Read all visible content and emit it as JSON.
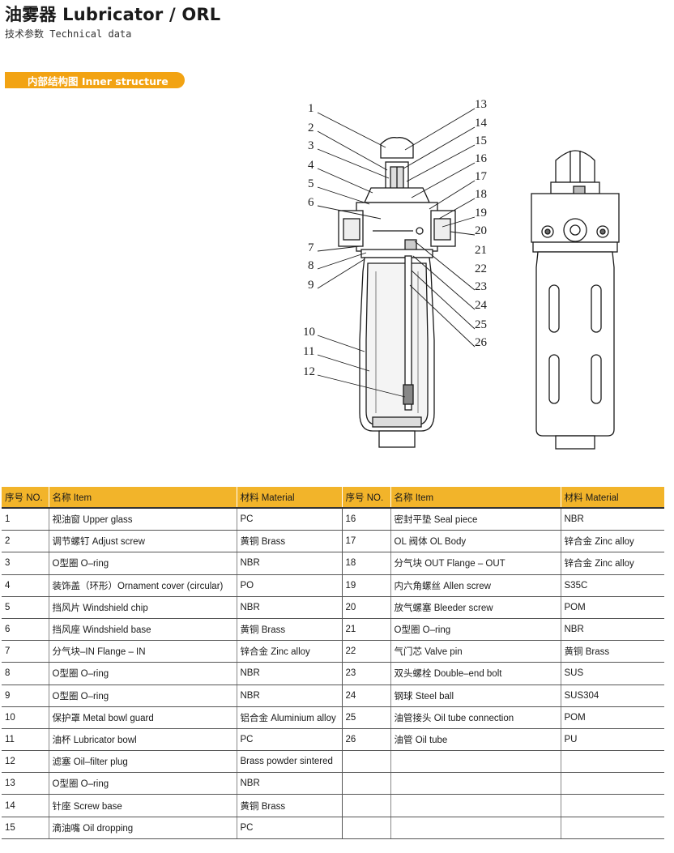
{
  "header": {
    "title": "油雾器 Lubricator  / ORL",
    "subtitle": "技术参数 Technical data"
  },
  "section": {
    "tag": "内部结构图 Inner structure"
  },
  "colors": {
    "accent": "#f2a313",
    "table_header": "#f2b42a"
  },
  "callouts_left": [
    "1",
    "2",
    "3",
    "4",
    "5",
    "6",
    "7",
    "8",
    "9",
    "10",
    "11",
    "12"
  ],
  "callouts_right": [
    "13",
    "14",
    "15",
    "16",
    "17",
    "18",
    "19",
    "20",
    "21",
    "22",
    "23",
    "24",
    "25",
    "26"
  ],
  "table": {
    "headers": [
      "序号 NO.",
      "名称 Item",
      "材料 Material",
      "序号 NO.",
      "名称 Item",
      "材料 Material"
    ],
    "rows": [
      [
        "1",
        "视油窗 Upper glass",
        "PC",
        "16",
        "密封平垫 Seal piece",
        "NBR"
      ],
      [
        "2",
        "调节螺钉 Adjust screw",
        "黄铜 Brass",
        "17",
        "OL 阀体 OL Body",
        "锌合金 Zinc alloy"
      ],
      [
        "3",
        "O型圈 O–ring",
        "NBR",
        "18",
        "分气块 OUT   Flange – OUT",
        "锌合金 Zinc alloy"
      ],
      [
        "4",
        "装饰盖（环形）Ornament cover (circular)",
        "PO",
        "19",
        "内六角螺丝 Allen screw",
        "S35C"
      ],
      [
        "5",
        "挡风片 Windshield chip",
        "NBR",
        "20",
        "放气螺塞 Bleeder screw",
        "POM"
      ],
      [
        "6",
        "挡风座 Windshield base",
        "黄铜 Brass",
        "21",
        "O型圈 O–ring",
        "NBR"
      ],
      [
        "7",
        "分气块–IN   Flange – IN",
        "锌合金 Zinc alloy",
        "22",
        "气门芯 Valve pin",
        "黄铜 Brass"
      ],
      [
        "8",
        "O型圈 O–ring",
        "NBR",
        "23",
        "双头螺栓 Double–end bolt",
        "SUS"
      ],
      [
        "9",
        "O型圈 O–ring",
        "NBR",
        "24",
        "钢球 Steel ball",
        "SUS304"
      ],
      [
        "10",
        "保护罩 Metal bowl guard",
        "铝合金 Aluminium alloy",
        "25",
        "油管接头 Oil tube connection",
        "POM"
      ],
      [
        "11",
        "油杯 Lubricator bowl",
        "PC",
        "26",
        "油管 Oil tube",
        "PU"
      ],
      [
        "12",
        "滤塞 Oil–filter plug",
        "Brass powder sintered",
        "",
        "",
        ""
      ],
      [
        "13",
        "O型圈 O–ring",
        "NBR",
        "",
        "",
        ""
      ],
      [
        "14",
        "针座 Screw base",
        "黄铜 Brass",
        "",
        "",
        ""
      ],
      [
        "15",
        "滴油嘴 Oil dropping",
        "PC",
        "",
        "",
        ""
      ]
    ]
  }
}
